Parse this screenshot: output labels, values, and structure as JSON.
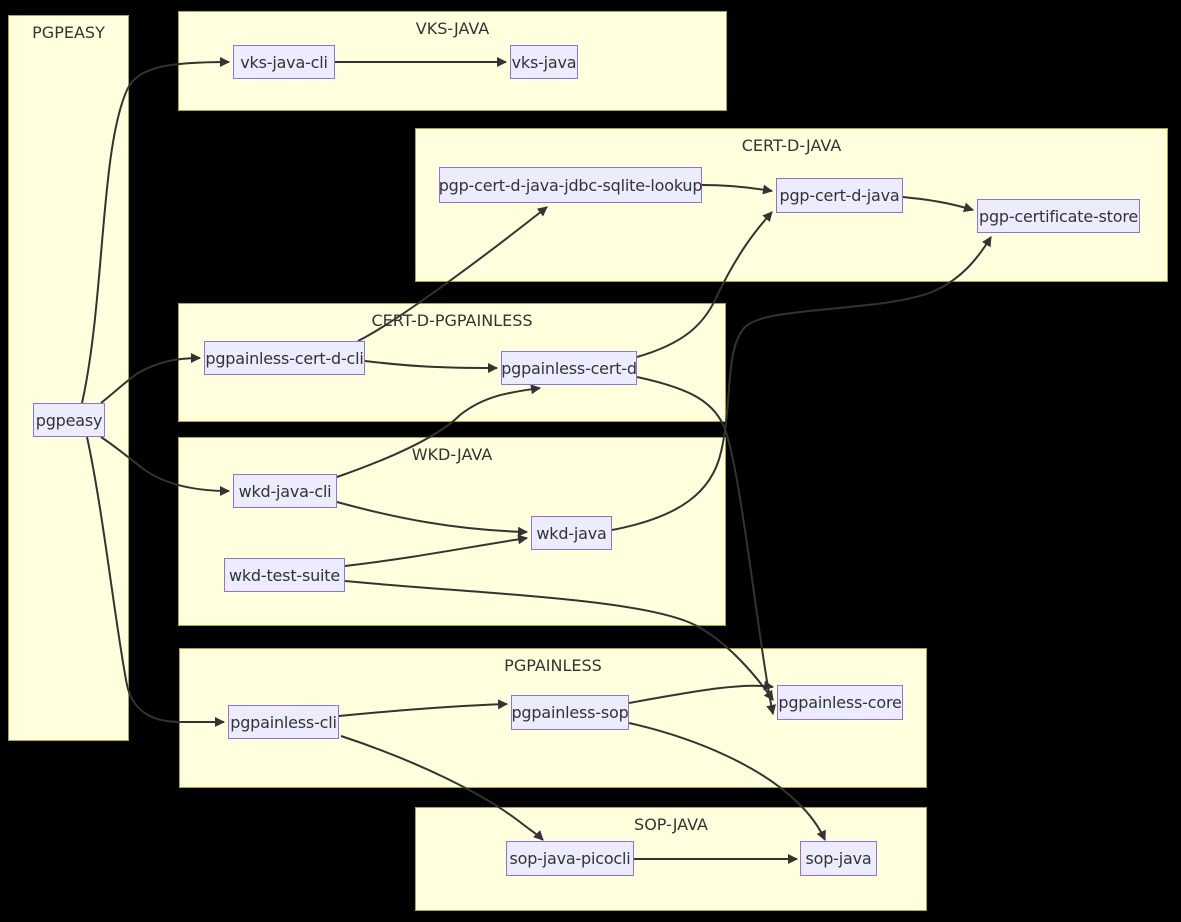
{
  "diagram": {
    "colors": {
      "background": "#000000",
      "cluster-fill": "#ffffde",
      "cluster-border": "#aaaa33",
      "node-fill": "#ECECFF",
      "node-border": "#9370DB",
      "edge-color": "#333333",
      "text-color": "#333333"
    },
    "clusters": {
      "pgpeasy-group": {
        "title": "PGPEASY"
      },
      "vks-java-group": {
        "title": "VKS-JAVA"
      },
      "cert-d-java-group": {
        "title": "CERT-D-JAVA"
      },
      "cert-d-pgpainless-group": {
        "title": "CERT-D-PGPAINLESS"
      },
      "wkd-java-group": {
        "title": "WKD-JAVA"
      },
      "pgpainless-group": {
        "title": "PGPAINLESS"
      },
      "sop-java-group": {
        "title": "SOP-JAVA"
      }
    },
    "nodes": {
      "pgpeasy": {
        "label": "pgpeasy"
      },
      "vks-java-cli": {
        "label": "vks-java-cli"
      },
      "vks-java": {
        "label": "vks-java"
      },
      "pgp-cert-d-java-jdbc-sqlite-lookup": {
        "label": "pgp-cert-d-java-jdbc-sqlite-lookup"
      },
      "pgp-cert-d-java": {
        "label": "pgp-cert-d-java"
      },
      "pgp-certificate-store": {
        "label": "pgp-certificate-store"
      },
      "pgpainless-cert-d-cli": {
        "label": "pgpainless-cert-d-cli"
      },
      "pgpainless-cert-d": {
        "label": "pgpainless-cert-d"
      },
      "wkd-java-cli": {
        "label": "wkd-java-cli"
      },
      "wkd-java": {
        "label": "wkd-java"
      },
      "wkd-test-suite": {
        "label": "wkd-test-suite"
      },
      "pgpainless-cli": {
        "label": "pgpainless-cli"
      },
      "pgpainless-sop": {
        "label": "pgpainless-sop"
      },
      "pgpainless-core": {
        "label": "pgpainless-core"
      },
      "sop-java-picocli": {
        "label": "sop-java-picocli"
      },
      "sop-java": {
        "label": "sop-java"
      }
    },
    "edges": [
      {
        "from": "pgpeasy",
        "to": "vks-java-cli"
      },
      {
        "from": "pgpeasy",
        "to": "pgpainless-cert-d-cli"
      },
      {
        "from": "pgpeasy",
        "to": "wkd-java-cli"
      },
      {
        "from": "pgpeasy",
        "to": "pgpainless-cli"
      },
      {
        "from": "vks-java-cli",
        "to": "vks-java"
      },
      {
        "from": "pgp-cert-d-java-jdbc-sqlite-lookup",
        "to": "pgp-cert-d-java"
      },
      {
        "from": "pgp-cert-d-java",
        "to": "pgp-certificate-store"
      },
      {
        "from": "pgpainless-cert-d-cli",
        "to": "pgp-cert-d-java-jdbc-sqlite-lookup"
      },
      {
        "from": "pgpainless-cert-d-cli",
        "to": "pgpainless-cert-d"
      },
      {
        "from": "pgpainless-cert-d",
        "to": "pgp-cert-d-java"
      },
      {
        "from": "pgpainless-cert-d",
        "to": "pgpainless-core"
      },
      {
        "from": "wkd-java-cli",
        "to": "pgpainless-cert-d"
      },
      {
        "from": "wkd-java-cli",
        "to": "wkd-java"
      },
      {
        "from": "wkd-test-suite",
        "to": "wkd-java"
      },
      {
        "from": "wkd-test-suite",
        "to": "pgpainless-core"
      },
      {
        "from": "wkd-java",
        "to": "pgp-certificate-store"
      },
      {
        "from": "pgpainless-cli",
        "to": "pgpainless-sop"
      },
      {
        "from": "pgpainless-cli",
        "to": "sop-java-picocli"
      },
      {
        "from": "pgpainless-sop",
        "to": "pgpainless-core"
      },
      {
        "from": "pgpainless-sop",
        "to": "sop-java"
      },
      {
        "from": "sop-java-picocli",
        "to": "sop-java"
      }
    ]
  }
}
